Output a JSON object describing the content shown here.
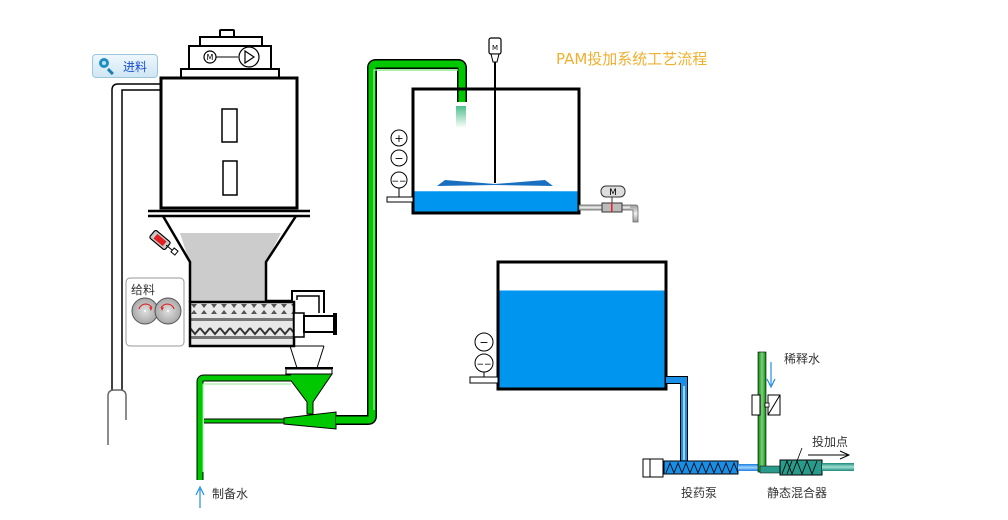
{
  "title": "PAM投加系统工艺流程",
  "feed_button": {
    "label": "进料",
    "icon": "search-icon"
  },
  "feeder_box": {
    "label": "给料"
  },
  "labels": {
    "prep_water": "制备水",
    "dilution_water": "稀释水",
    "dosing_point": "投加点",
    "dosing_pump": "投药泵",
    "static_mixer": "静态混合器"
  },
  "motor_labels": {
    "hopper_motor": "M",
    "mixer_motor": "M",
    "valve_motor": "M"
  },
  "level_sensors": {
    "prep_tank": [
      "+",
      "−",
      "−−"
    ],
    "storage_tank": [
      "−",
      "−−"
    ]
  },
  "tank_levels": {
    "prep_tank_fill_fraction": 0.17,
    "storage_tank_fill_fraction": 0.78
  },
  "colors": {
    "title": "#f0b030",
    "green_pipe": "#00c800",
    "dark_green_pipe": "#109a10",
    "blue_liquid": "#0096f0",
    "teal_pipe": "#2a9a8a",
    "powder": "#cccccc",
    "arrow": "#2090e0",
    "valve_red": "#e02020"
  }
}
